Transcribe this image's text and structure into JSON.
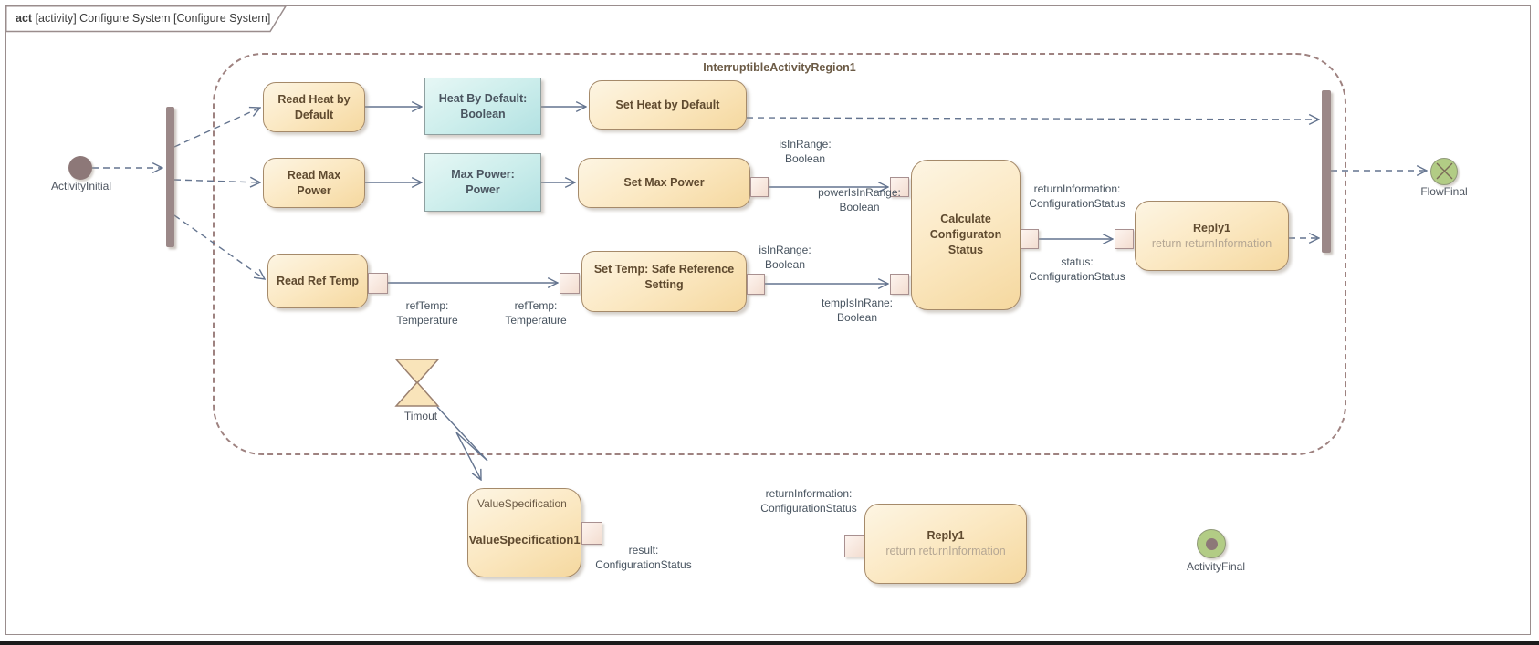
{
  "title": {
    "keyword": "act",
    "rest": "[activity] Configure System [Configure System]"
  },
  "region": {
    "label": "InterruptibleActivityRegion1"
  },
  "nodes": {
    "activity_initial": "ActivityInitial",
    "read_heat": "Read Heat by Default",
    "heat_object": "Heat By Default: Boolean",
    "set_heat": "Set Heat by Default",
    "read_max_power": "Read Max Power",
    "max_power_object": "Max Power: Power",
    "set_max_power": "Set Max Power",
    "read_ref_temp": "Read Ref Temp",
    "set_temp": "Set Temp: Safe Reference Setting",
    "calculate": "Calculate Configuraton Status",
    "reply_top": "Reply1",
    "reply_top_body": "return returnInformation",
    "timeout": "Timout",
    "value_spec_header": "ValueSpecification",
    "value_spec": "ValueSpecification1",
    "reply_bottom": "Reply1",
    "reply_bottom_body": "return returnInformation",
    "flow_final": "FlowFinal",
    "activity_final": "ActivityFinal"
  },
  "edge_labels": {
    "isinrange_power": "isInRange:\nBoolean",
    "power_isinrange": "powerIsInRange:\nBoolean",
    "reftemp_src": "refTemp:\nTemperature",
    "reftemp_dst": "refTemp:\nTemperature",
    "isinrange_temp": "isInRange:\nBoolean",
    "temp_isinrange": "tempIsInRane:\nBoolean",
    "return_info_top": "returnInformation:\nConfigurationStatus",
    "status": "status:\nConfigurationStatus",
    "result": "result:\nConfigurationStatus",
    "return_info_bottom": "returnInformation:\nConfigurationStatus"
  },
  "colors": {
    "action_fill": "#fbe8c2",
    "action_border": "#a58a6a",
    "object_fill": "#cdeeec",
    "edge": "#64748f",
    "region_border": "#9e8280",
    "bar": "#9b8888",
    "final_green": "#b2cc85",
    "initial_fill": "#8d7878"
  }
}
